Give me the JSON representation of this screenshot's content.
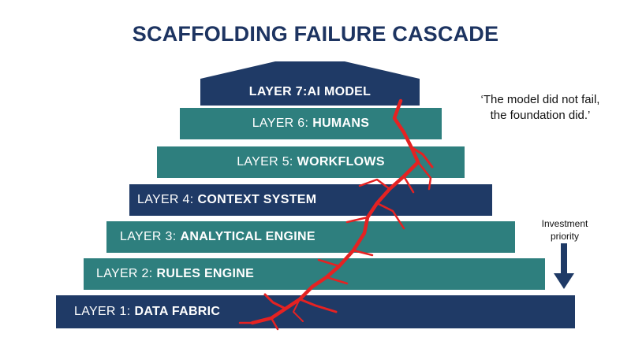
{
  "title": "SCAFFOLDING FAILURE CASCADE",
  "layers": [
    {
      "prefix": "LAYER 7:",
      "name": "AI MODEL",
      "color": "#1f3a66"
    },
    {
      "prefix": "LAYER 6:",
      "name": "HUMANS",
      "color": "#2e7f7e"
    },
    {
      "prefix": "LAYER 5:",
      "name": "WORKFLOWS",
      "color": "#2e7f7e"
    },
    {
      "prefix": "LAYER 4:",
      "name": "CONTEXT SYSTEM",
      "color": "#1f3a66"
    },
    {
      "prefix": "LAYER 3:",
      "name": "ANALYTICAL ENGINE",
      "color": "#2e7f7e"
    },
    {
      "prefix": "LAYER 2:",
      "name": "RULES ENGINE",
      "color": "#2e7f7e"
    },
    {
      "prefix": "LAYER 1:",
      "name": "DATA FABRIC",
      "color": "#1f3a66"
    }
  ],
  "quote": {
    "line1": "‘The model did not fail,",
    "line2": "the foundation did.’"
  },
  "investment": {
    "line1": "Investment",
    "line2": "priority",
    "arrow_icon": "down-arrow-icon"
  },
  "crack_color": "#e52222"
}
